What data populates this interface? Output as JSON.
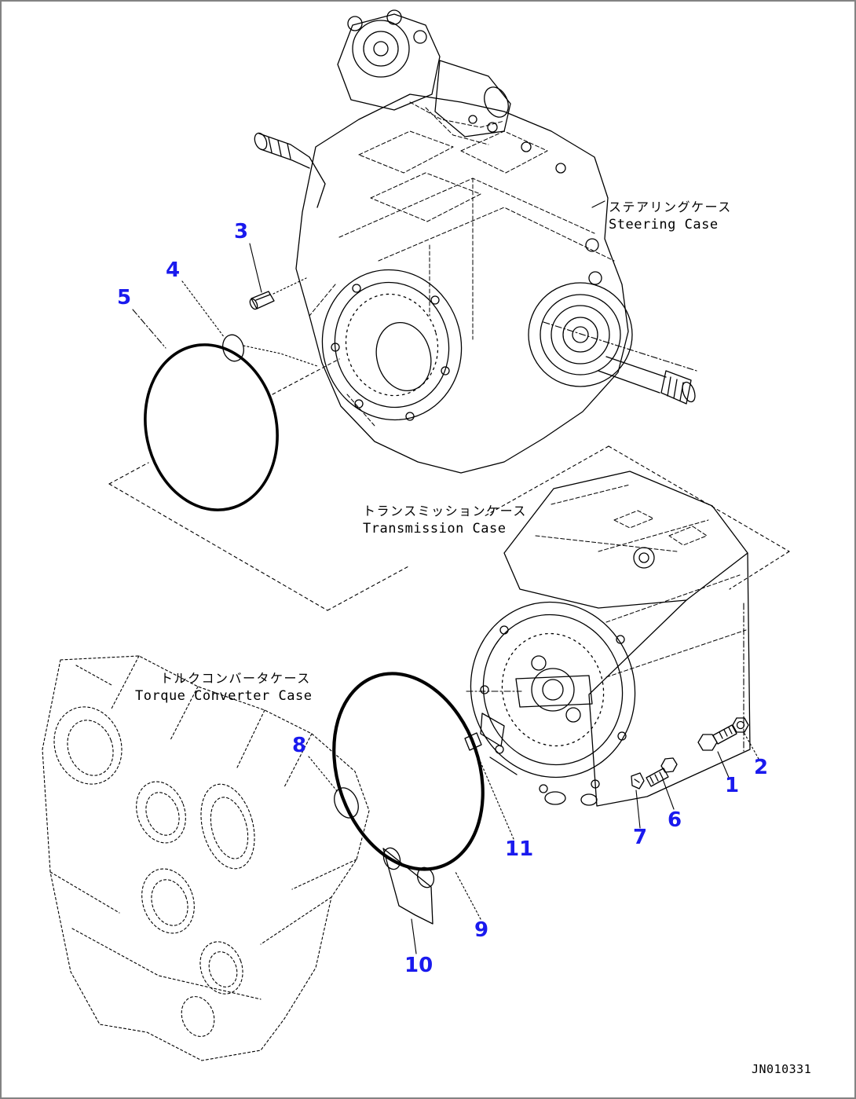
{
  "document": {
    "drawing_number": "JN010331",
    "background_color": "#ffffff",
    "border_color": "#838383",
    "line_color": "#000000",
    "callout_color": "#1a1aee"
  },
  "labels": {
    "steering_case": {
      "jp": "ステアリングケース",
      "en": "Steering Case"
    },
    "transmission_case": {
      "jp": "トランスミッションケース",
      "en": "Transmission Case"
    },
    "torque_converter_case": {
      "jp": "トルクコンバータケース",
      "en": "Torque Converter Case"
    }
  },
  "callouts": [
    {
      "label": "1"
    },
    {
      "label": "2"
    },
    {
      "label": "3"
    },
    {
      "label": "4"
    },
    {
      "label": "5"
    },
    {
      "label": "6"
    },
    {
      "label": "7"
    },
    {
      "label": "8"
    },
    {
      "label": "9"
    },
    {
      "label": "10"
    },
    {
      "label": "11"
    }
  ]
}
